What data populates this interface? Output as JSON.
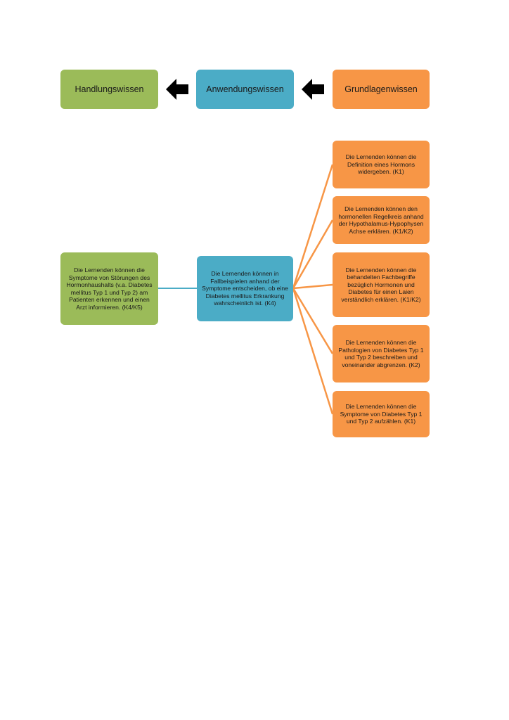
{
  "header": {
    "handlung": "Handlungswissen",
    "anwendung": "Anwendungswissen",
    "grundlagen": "Grundlagenwissen"
  },
  "colors": {
    "green": "#9bbb59",
    "blue": "#4bacc6",
    "orange": "#f79646",
    "arrow": "#000000"
  },
  "handlung_box": "Die Lernenden können die Symptome von Störungen des Hormonhaushalts (v.a. Diabetes mellitus Typ 1 und Typ 2) am Patienten erkennen und einen Arzt informieren. (K4/K5)",
  "anwendung_box": "Die Lernenden können in Fallbeispielen anhand der Symptome entscheiden, ob eine Diabetes mellitus Erkrankung wahrscheinlich ist. (K4)",
  "grundlagen_boxes": [
    "Die Lernenden können die Definition eines Hormons widergeben. (K1)",
    "Die Lernenden können den hormonellen Regelkreis anhand der Hypothalamus-Hypophysen Achse erklären. (K1/K2)",
    "Die Lernenden können die behandelten Fachbegriffe bezüglich Hormonen und Diabetes für einen Laien verständlich erklären. (K1/K2)",
    "Die Lernenden können die Pathologien von Diabetes Typ 1 und Typ 2 beschreiben und voneinander abgrenzen. (K2)",
    "Die Lernenden können die Symptome von Diabetes Typ 1 und Typ 2 aufzählen. (K1)"
  ]
}
